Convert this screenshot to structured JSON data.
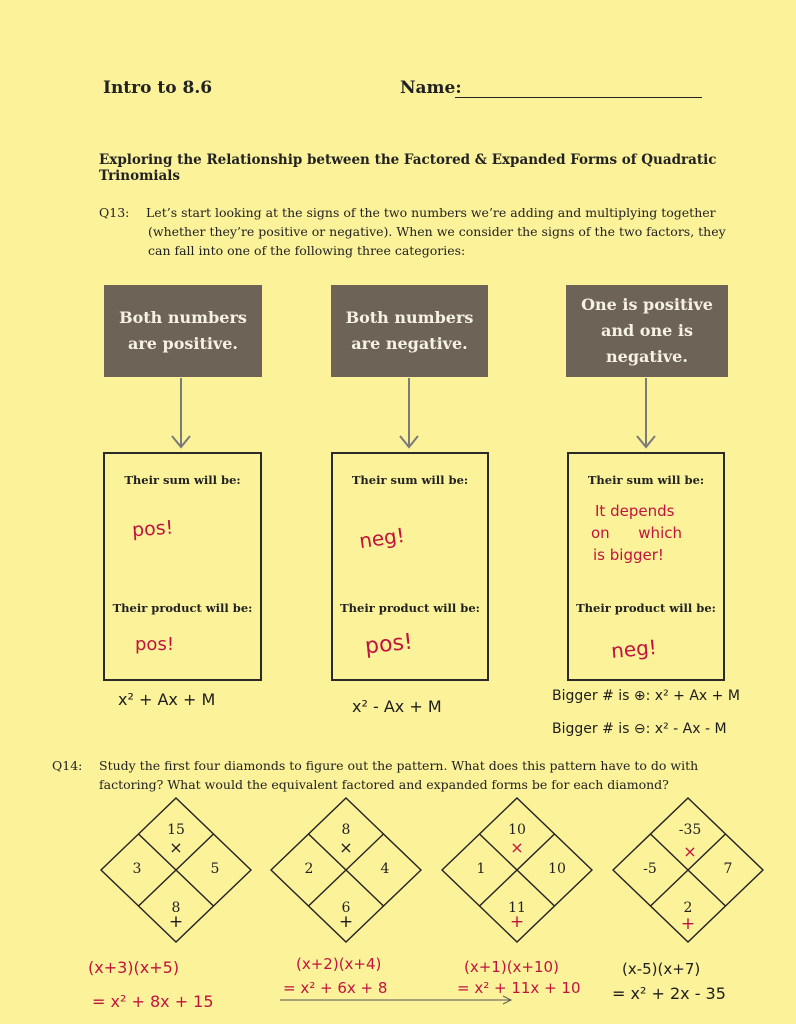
{
  "header": {
    "title": "Intro to 8.6",
    "name_label": "Name:"
  },
  "subtitle": "Exploring the Relationship between the Factored & Expanded Forms of Quadratic Trinomials",
  "q13": {
    "number": "Q13:",
    "text_lines": [
      "Let’s start looking at the signs of the two numbers we’re adding and multiplying together",
      "(whether they’re positive or negative).  When we consider the signs of the two factors, they",
      "can fall into one of the following three categories:"
    ],
    "categories": [
      {
        "title_lines": [
          "Both numbers",
          "are positive."
        ],
        "sum_label": "Their sum will be:",
        "sum_answer": "pos!",
        "product_label": "Their product will be:",
        "product_answer": "pos!",
        "form": "x² + Ax + M"
      },
      {
        "title_lines": [
          "Both numbers",
          "are negative."
        ],
        "sum_label": "Their sum will be:",
        "sum_answer": "neg!",
        "product_label": "Their product will be:",
        "product_answer": "pos!",
        "form": "x² - Ax + M"
      },
      {
        "title_lines": [
          "One is positive",
          "and one is",
          "negative."
        ],
        "sum_label": "Their sum will be:",
        "sum_answer_lines": [
          "It depends",
          "on      which",
          "is bigger!"
        ],
        "product_label": "Their product will be:",
        "product_answer": "neg!",
        "form_lines": [
          "Bigger # is ⊕:  x² + Ax + M",
          "Bigger # is ⊖:  x² - Ax - M"
        ]
      }
    ]
  },
  "q14": {
    "number": "Q14:",
    "text_lines": [
      "Study the first four diamonds to figure out the pattern.  What does this pattern have to do with",
      "factoring?  What would the equivalent factored and expanded forms be for each diamond?"
    ],
    "diamonds": [
      {
        "top": "15",
        "left": "3",
        "right": "5",
        "bottom": "8",
        "factored": "(x+3)(x+5)",
        "expanded": "= x² + 8x + 15"
      },
      {
        "top": "8",
        "left": "2",
        "right": "4",
        "bottom": "6",
        "factored": "(x+2)(x+4)",
        "expanded": "= x² + 6x + 8"
      },
      {
        "top": "10",
        "left": "1",
        "right": "10",
        "bottom": "11",
        "factored": "(x+1)(x+10)",
        "expanded": "= x² + 11x + 10"
      },
      {
        "top": "-35",
        "left": "-5",
        "right": "7",
        "bottom": "2",
        "factored": "(x-5)(x+7)",
        "expanded": "= x² + 2x - 35"
      }
    ],
    "times_symbol": "×",
    "plus_symbol": "+"
  }
}
